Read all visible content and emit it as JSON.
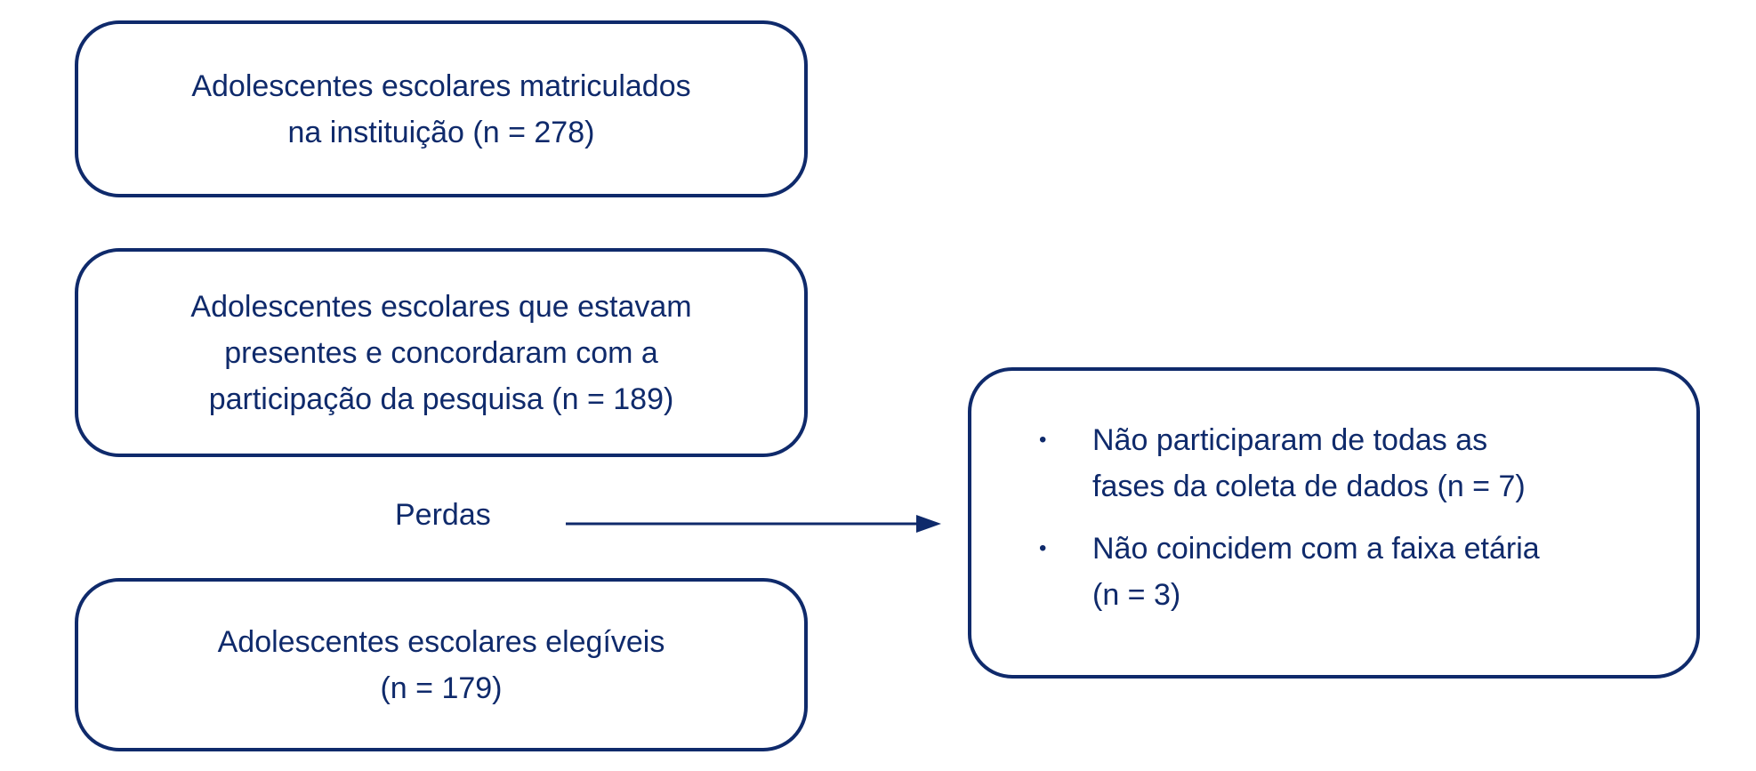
{
  "boxes": {
    "enrolled": {
      "line1": "Adolescentes escolares matriculados",
      "line2": "na instituição (n = 278)"
    },
    "present": {
      "line1": "Adolescentes escolares que estavam",
      "line2": "presentes e concordaram com a",
      "line3": "participação da pesquisa (n = 189)"
    },
    "eligible": {
      "line1": "Adolescentes escolares elegíveis",
      "line2": "(n = 179)"
    },
    "losses": {
      "items": [
        {
          "line1": "Não participaram de todas as",
          "line2": "fases da coleta de dados (n = 7)"
        },
        {
          "line1": "Não coincidem com a faixa etária",
          "line2": "(n = 3)"
        }
      ]
    }
  },
  "losses_label": "Perdas",
  "colors": {
    "primary": "#0f2a6b"
  }
}
